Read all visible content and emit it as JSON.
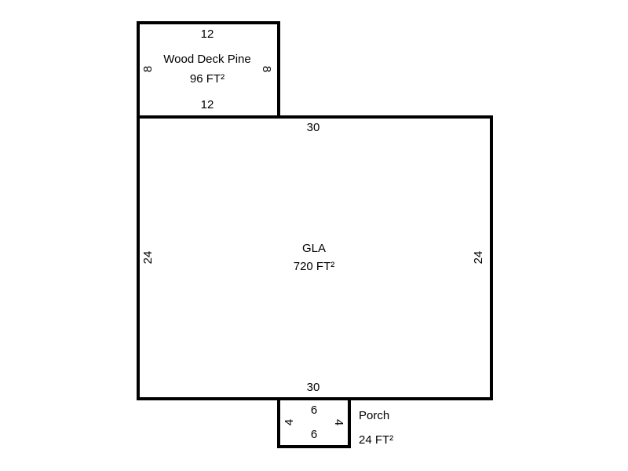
{
  "areas": {
    "deck": {
      "name": "Wood Deck Pine",
      "area": "96 FT²",
      "top": "12",
      "bottom": "12",
      "left": "8",
      "right": "8"
    },
    "gla": {
      "name": "GLA",
      "area": "720 FT²",
      "top": "30",
      "bottom": "30",
      "left": "24",
      "right": "24"
    },
    "porch": {
      "name": "Porch",
      "area": "24 FT²",
      "top": "6",
      "bottom": "6",
      "left": "4",
      "right": "4"
    }
  },
  "colors": {
    "line": "#000000",
    "background": "#ffffff"
  }
}
